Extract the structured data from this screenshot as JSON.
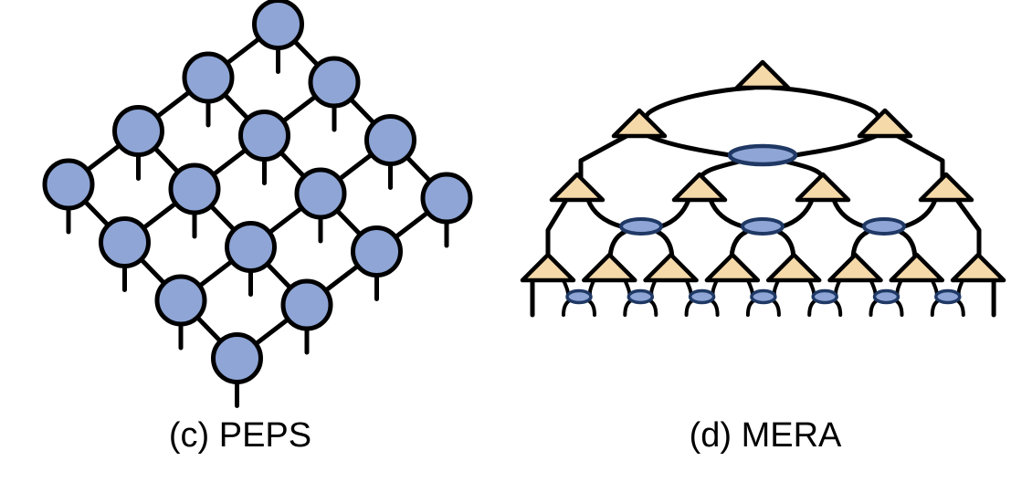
{
  "panels": {
    "peps": {
      "caption": "(c) PEPS",
      "grid_rows": 4,
      "grid_cols": 4
    },
    "mera": {
      "caption": "(d) MERA",
      "layers": [
        {
          "type": "isometry",
          "count": 1
        },
        {
          "type": "isometry",
          "count": 2
        },
        {
          "type": "disentangler",
          "count": 1
        },
        {
          "type": "isometry",
          "count": 4
        },
        {
          "type": "disentangler",
          "count": 3
        },
        {
          "type": "isometry",
          "count": 8
        },
        {
          "type": "disentangler",
          "count": 7
        }
      ],
      "physical_legs": 16
    }
  },
  "colors": {
    "peps_node_fill": "#8ea5d6",
    "isometry_fill": "#f5d9a8",
    "disentangler_fill": "#8ea5d6",
    "disentangler_stroke": "#1f3864",
    "line": "#000000"
  }
}
